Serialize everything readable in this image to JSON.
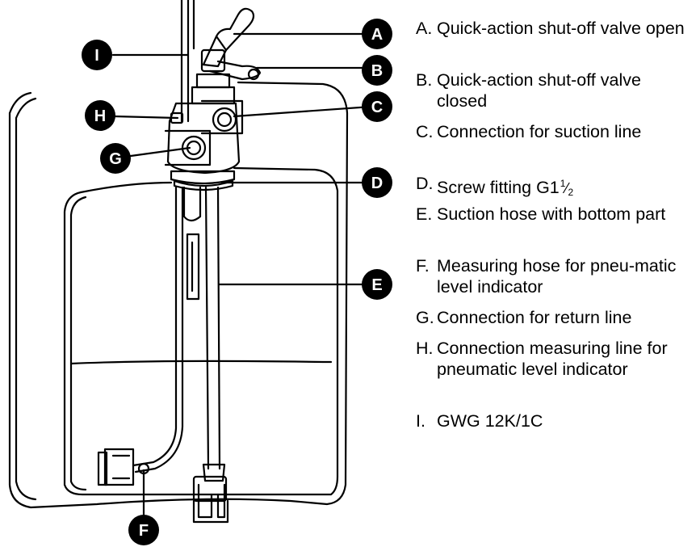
{
  "callouts": {
    "a": "A",
    "b": "B",
    "c": "C",
    "d": "D",
    "e": "E",
    "f": "F",
    "g": "G",
    "h": "H",
    "i": "I"
  },
  "legend": [
    {
      "letter": "A.",
      "text": "Quick-action shut-off valve open"
    },
    {
      "letter": "B.",
      "text": "Quick-action shut-off valve closed"
    },
    {
      "letter": "C.",
      "text": "Connection for suction line"
    },
    {
      "letter": "D.",
      "text": "Screw fitting G1",
      "frac_num": "1",
      "frac_slash": "⁄",
      "frac_den": "2"
    },
    {
      "letter": "E.",
      "text": "Suction hose with bottom part"
    },
    {
      "letter": "F.",
      "text": "Measuring hose for pneu-matic level indicator"
    },
    {
      "letter": "G.",
      "text": "Connection for return line"
    },
    {
      "letter": "H.",
      "text": "Connection measuring line for pneumatic level indicator"
    },
    {
      "letter": "I.",
      "text": "GWG 12K/1C"
    }
  ],
  "colors": {
    "line": "#000000",
    "callout_fill": "#000000",
    "callout_text": "#ffffff",
    "background": "#ffffff"
  }
}
